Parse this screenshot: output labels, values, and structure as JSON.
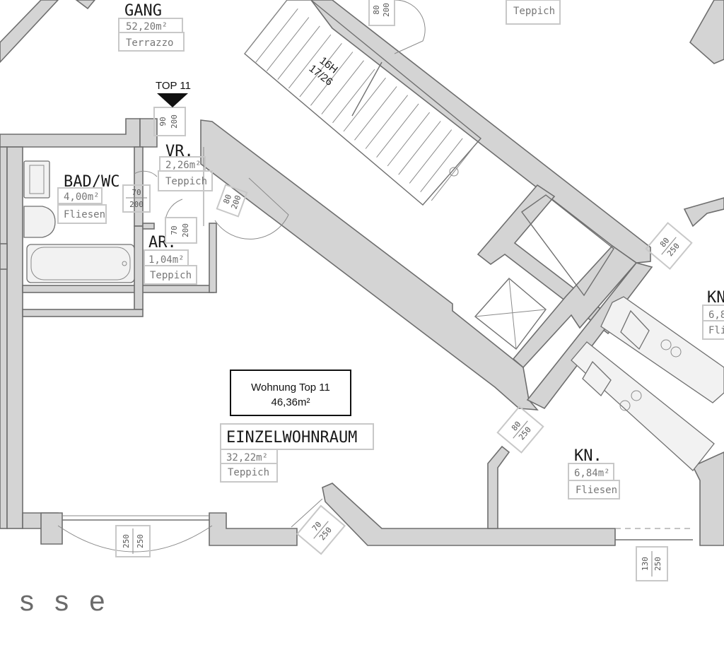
{
  "apartment": {
    "title": "Wohnung Top 11",
    "area": "46,36m²",
    "entry_label": "TOP 11"
  },
  "stair": {
    "line1": "16H",
    "line2": "17/26"
  },
  "rooms": [
    {
      "id": "gang",
      "name": "GANG",
      "area": "52,20m²",
      "floor": "Terrazzo"
    },
    {
      "id": "teppich-top",
      "name": "",
      "area": "",
      "floor": "Teppich"
    },
    {
      "id": "vr",
      "name": "VR.",
      "area": "2,26m²",
      "floor": "Teppich"
    },
    {
      "id": "bad",
      "name": "BAD/WC",
      "area": "4,00m²",
      "floor": "Fliesen"
    },
    {
      "id": "ar",
      "name": "AR.",
      "area": "1,04m²",
      "floor": "Teppich"
    },
    {
      "id": "einzel",
      "name": "EINZELWOHNRAUM",
      "area": "32,22m²",
      "floor": "Teppich"
    },
    {
      "id": "kn",
      "name": "KN.",
      "area": "6,84m²",
      "floor": "Fliesen"
    },
    {
      "id": "kn2",
      "name": "KN",
      "area": "6,8",
      "floor": "Flie"
    }
  ],
  "dimensions": {
    "d_top_door": [
      "80",
      "200"
    ],
    "d_entry": [
      "90",
      "200"
    ],
    "d_bad": [
      "70",
      "200"
    ],
    "d_ar": [
      "70",
      "200"
    ],
    "d_vr_door": [
      "80",
      "200"
    ],
    "d_right": [
      "80",
      "250"
    ],
    "d_mid": [
      "80",
      "250"
    ],
    "d_window_left": [
      "250",
      "250"
    ],
    "d_window_mid": [
      "70",
      "250"
    ],
    "d_window_right": [
      "130",
      "250"
    ]
  },
  "street": {
    "text": "s s e"
  }
}
